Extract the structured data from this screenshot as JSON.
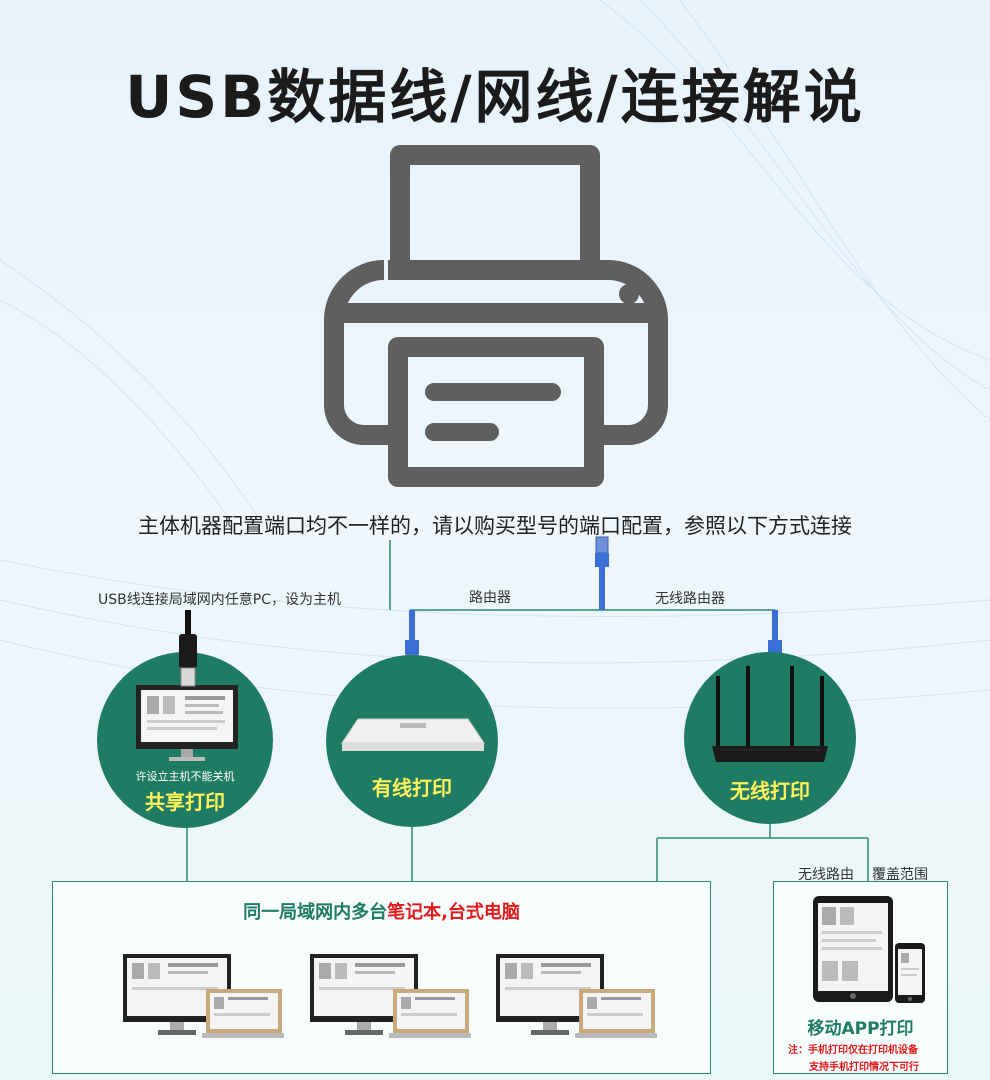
{
  "header": {
    "title": "USB数据线/网线/连接解说"
  },
  "intro": {
    "text": "主体机器配置端口均不一样的，请以购买型号的端口配置，参照以下方式连接"
  },
  "connections": {
    "usb_label": "USB线连接局域网内任意PC，设为主机",
    "router_label": "路由器",
    "wireless_router_label": "无线路由器"
  },
  "modes": [
    {
      "label": "共享打印",
      "note": "许设立主机不能关机"
    },
    {
      "label": "有线打印"
    },
    {
      "label": "无线打印"
    }
  ],
  "lan_panel": {
    "title_prefix": "同一局域网内多台",
    "title_highlight": "笔记本,台式电脑"
  },
  "mobile_panel": {
    "coverage_label_1": "无线路由",
    "coverage_label_2": "覆盖范围",
    "title": "移动APP打印",
    "note_line_1": "注：手机打印仅在打印机设备",
    "note_line_2": "支持手机打印情况下可行"
  },
  "colors": {
    "accent_green": "#1f7b63",
    "highlight_yellow": "#fff25a",
    "warning_red": "#e21a1a",
    "printer_gray": "#5f5f5f",
    "cable_blue": "#3a6fd8"
  },
  "icons": [
    "printer-icon",
    "usb-cable-icon",
    "ethernet-cable-icon",
    "monitor-icon",
    "wired-router-icon",
    "wireless-router-icon",
    "laptop-icon",
    "tablet-icon",
    "phone-icon"
  ]
}
